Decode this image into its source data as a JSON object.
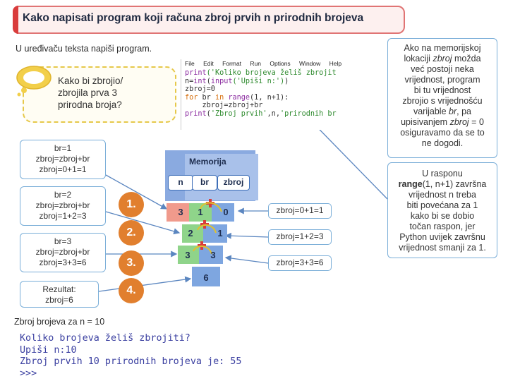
{
  "title": "Kako napisati program koji računa zbroj prvih n prirodnih brojeva",
  "instruction": "U uređivaču teksta napiši program.",
  "thought_bubble": {
    "lines": [
      "Kako bi zbrojio/",
      "zbrojila prva 3",
      "prirodna broja?"
    ]
  },
  "editor": {
    "menu": [
      "File",
      "Edit",
      "Format",
      "Run",
      "Options",
      "Window",
      "Help"
    ],
    "code": {
      "l1_fn": "print",
      "l1_str": "('Koliko brojeva želiš zbrojit",
      "l2_a": "n=",
      "l2_fn": "int",
      "l2_b": "(",
      "l2_fn2": "input",
      "l2_str": "('Upiši n:')",
      "l2_c": ")",
      "l3": "zbroj=0",
      "l4_kw": "for",
      "l4_a": " br ",
      "l4_kw2": "in",
      "l4_fn": " range",
      "l4_b": "(1, n+1):",
      "l5": "    zbroj=zbroj+br",
      "l6_fn": "print",
      "l6_a": "(",
      "l6_str": "'Zbroj prvih'",
      "l6_b": ",n,",
      "l6_str2": "'prirodnih br"
    }
  },
  "notes": {
    "note1": [
      "Ako na memorijskoj",
      "lokaciji",
      "zbroj",
      "možda",
      "već postoji neka",
      "vrijednost, program",
      "bi tu vrijednost",
      "zbrojio s vrijednošću",
      "varijable",
      "br",
      ", pa",
      "upisivanjem",
      "zbroj",
      "= 0",
      "osiguravamo da se to",
      "ne dogodi."
    ],
    "note2": [
      "U rasponu",
      "range",
      "(1, n+1) završna",
      "vrijednost n treba",
      "biti povećana za 1",
      "kako bi se dobio",
      "točan raspon, jer",
      "Python uvijek završnu",
      "vrijednost smanji za 1."
    ]
  },
  "states": [
    {
      "l1": "br=1",
      "l2": "zbroj=zbroj+br",
      "l3": "zbroj=0+1=1"
    },
    {
      "l1": "br=2",
      "l2": "zbroj=zbroj+br",
      "l3": "zbroj=1+2=3"
    },
    {
      "l1": "br=3",
      "l2": "zbroj=zbroj+br",
      "l3": "zbroj=3+3=6"
    },
    {
      "l1": "Rezultat:",
      "l2": "zbroj=6"
    }
  ],
  "steps": [
    "1.",
    "2.",
    "3.",
    "4."
  ],
  "results": [
    "zbroj=0+1=1",
    "zbroj=1+2=3",
    "zbroj=3+3=6"
  ],
  "memory": {
    "label": "Memorija",
    "vars": [
      "n",
      "br",
      "zbroj"
    ],
    "row1": [
      "3",
      "1",
      "0"
    ],
    "row2": [
      "2",
      "1"
    ],
    "row3": [
      "3",
      "3"
    ],
    "row4": [
      "6"
    ]
  },
  "footer_label": "Zbroj brojeva za n = 10",
  "shell_output": [
    "Koliko brojeva želiš zbrojiti?",
    "Upiši n:10",
    "Zbroj prvih 10 prirodnih brojeva je: 55",
    ">>>"
  ],
  "colors": {
    "accent_red": "#d93c3c",
    "step_orange": "#e17f2e",
    "memory_blue": "#8aaae0",
    "cube_red": "#f09a8c",
    "cube_green": "#8fd48a",
    "cube_blue": "#7ea6e0",
    "note_border": "#7aaed8",
    "shell_text": "#3a3fa0"
  }
}
